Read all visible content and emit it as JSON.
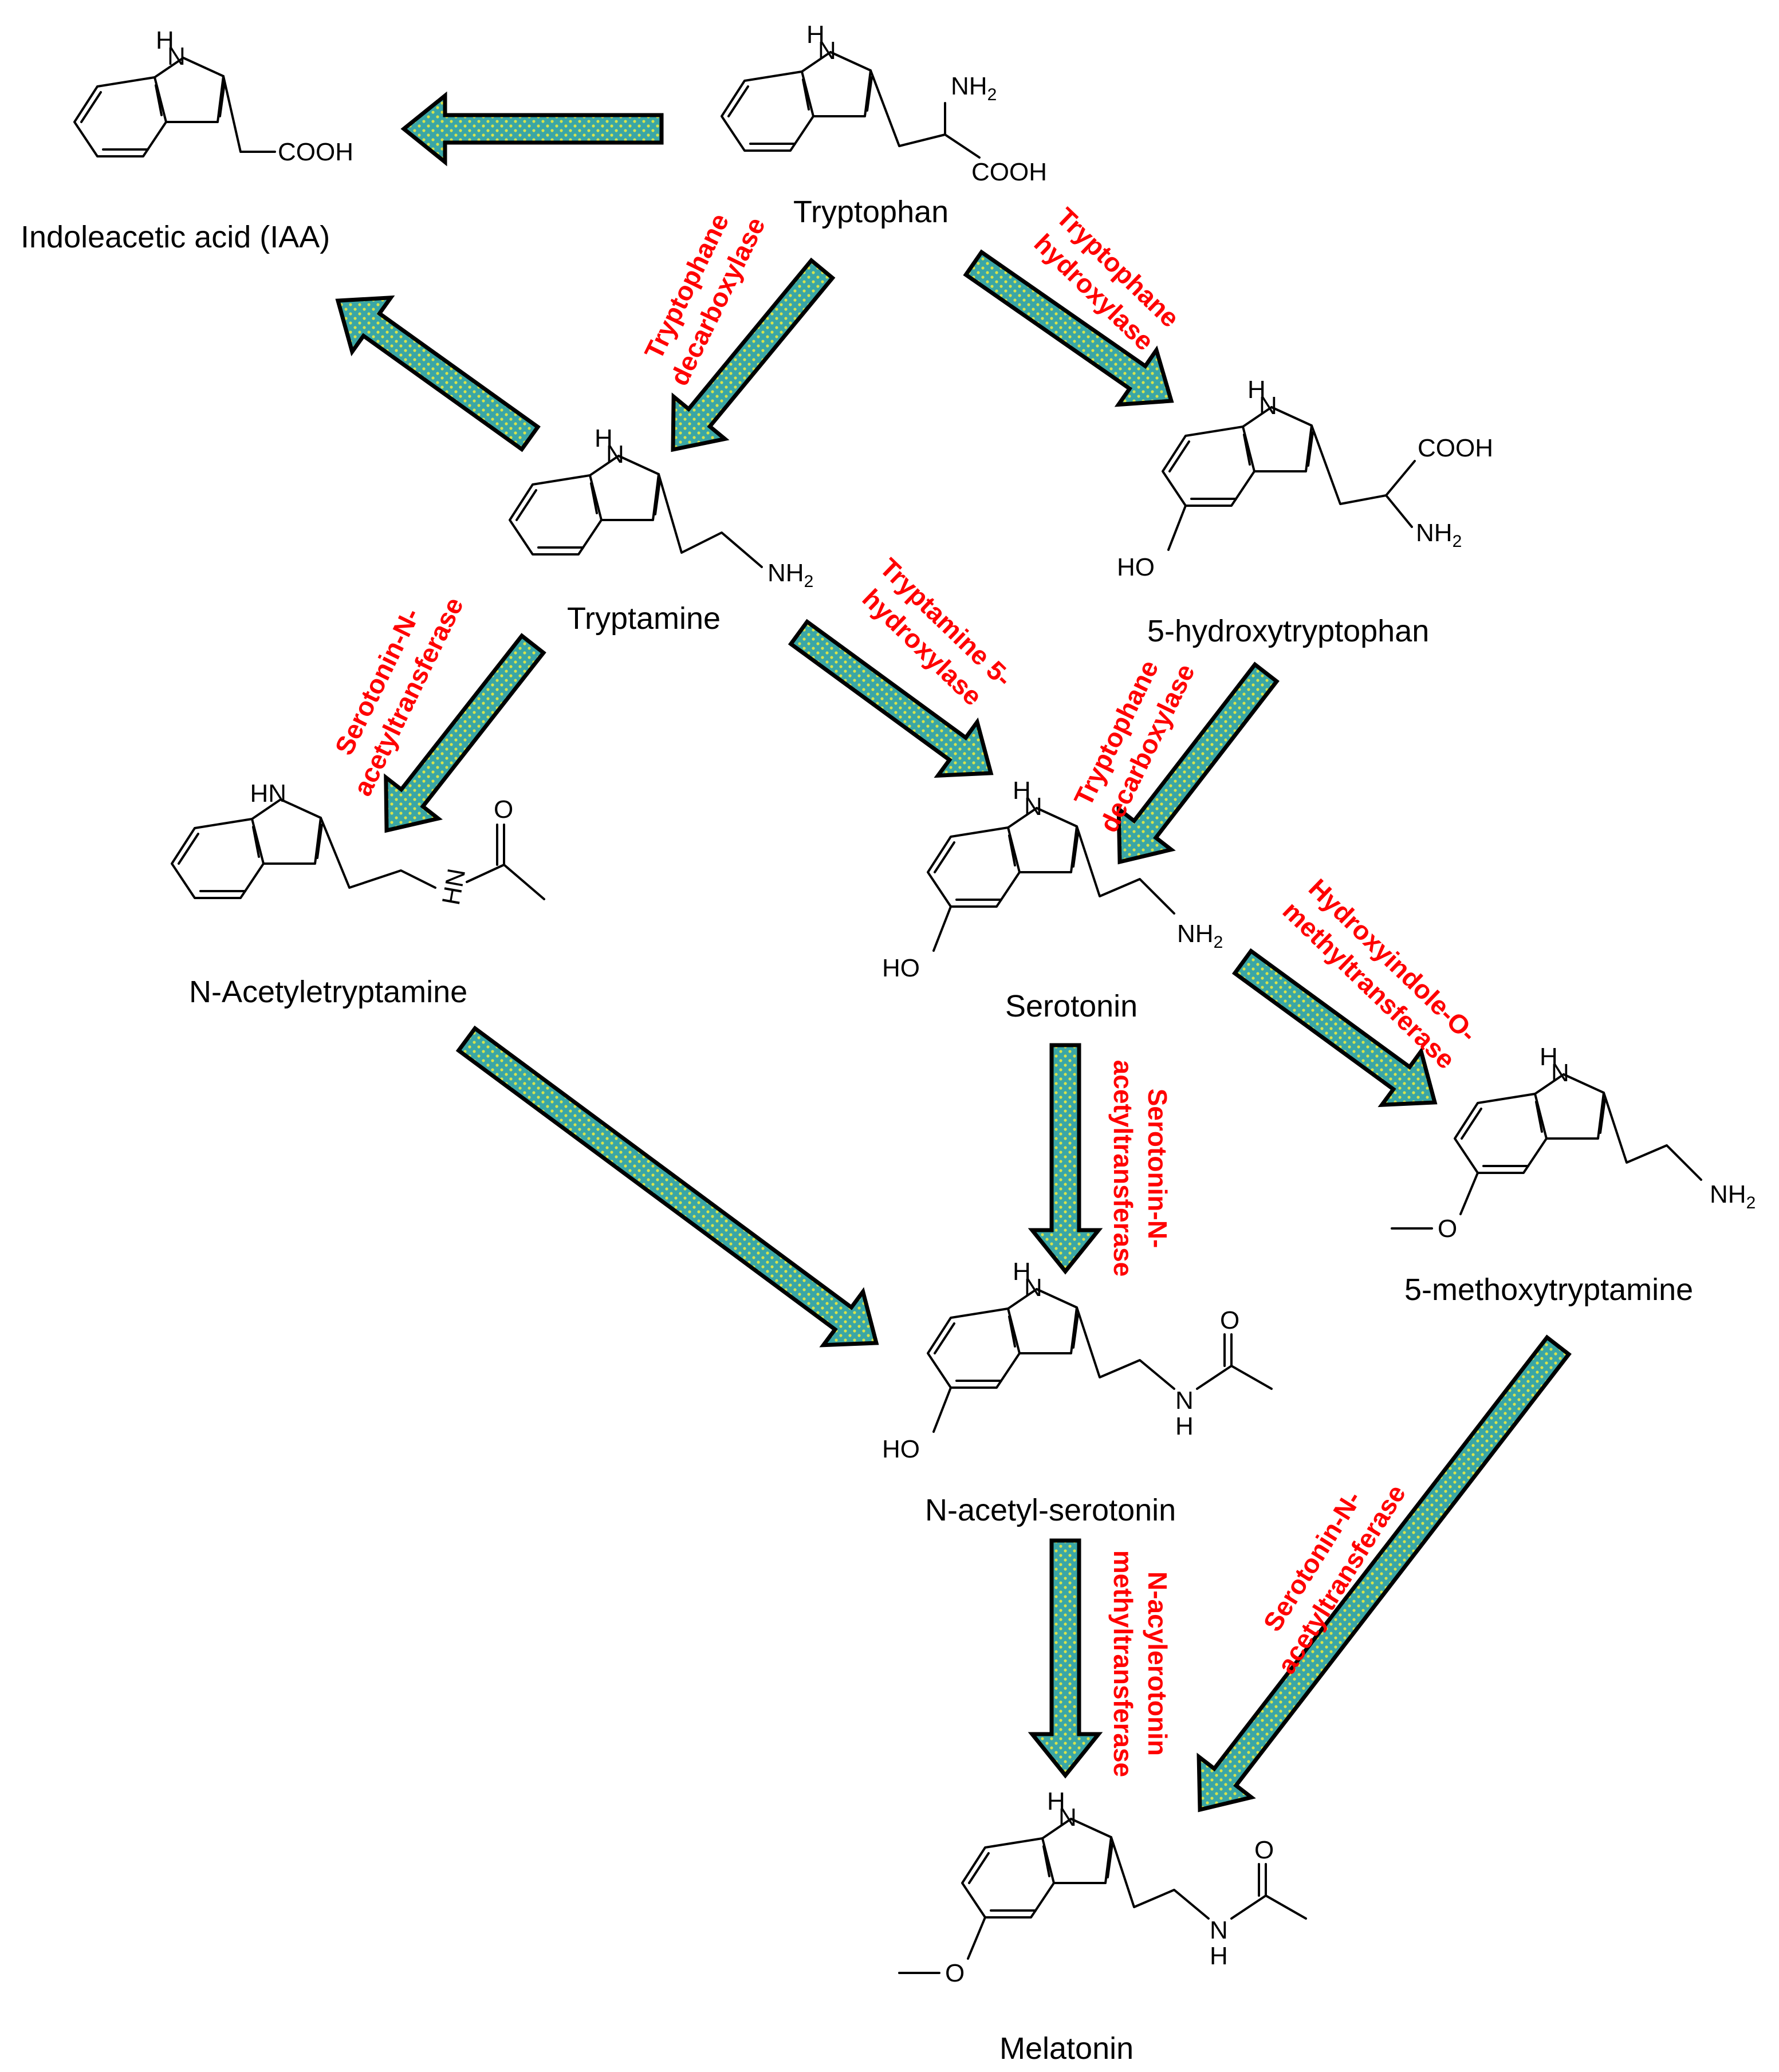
{
  "colors": {
    "arrow_fill": "#3aa6a6",
    "arrow_dots": "#d7e34a",
    "arrow_outline": "#000000",
    "enzyme_text": "#ff0000",
    "molecule_text": "#000000",
    "background": "#ffffff"
  },
  "molecules": {
    "tryptophan": "Tryptophan",
    "iaa": "Indoleacetic acid (IAA)",
    "tryptamine": "Tryptamine",
    "hydroxytryptophan": "5-hydroxytryptophan",
    "n_acetyltryptamine": "N-Acetyletryptamine",
    "serotonin": "Serotonin",
    "methoxytryptamine": "5-methoxytryptamine",
    "n_acetyl_serotonin": "N-acetyl-serotonin",
    "melatonin": "Melatonin"
  },
  "atoms": {
    "nh": "HN",
    "nh_sub": "",
    "h": "H",
    "n": "N",
    "nh2_main": "NH",
    "nh2_sub": "2",
    "cooh": "COOH",
    "ho": "HO",
    "o": "O",
    "nh_rot": "NH",
    "hn_rot": "HN"
  },
  "enzymes": {
    "trp_decarboxylase_1": [
      "Tryptophane",
      "decarboxylase"
    ],
    "trp_hydroxylase": [
      "Tryptophane",
      "hydroxylase"
    ],
    "snat_1": [
      "Serotonin-N-",
      "acetyltransferase"
    ],
    "tryptamine_5_hydroxylase": [
      "Tryptamine  5-",
      "hydroxylase"
    ],
    "trp_decarboxylase_2": [
      "Tryptophane",
      "decarboxylase"
    ],
    "hiomt": [
      "Hydroxyindole-O-",
      "methyltransferase"
    ],
    "snat_2": [
      "Serotonin-N-",
      "acetyltransferase"
    ],
    "asmt": [
      "N-acylerotonin",
      "methyltransferase"
    ],
    "snat_3": [
      "Serotonin-N-",
      "acetyltransferase"
    ]
  }
}
